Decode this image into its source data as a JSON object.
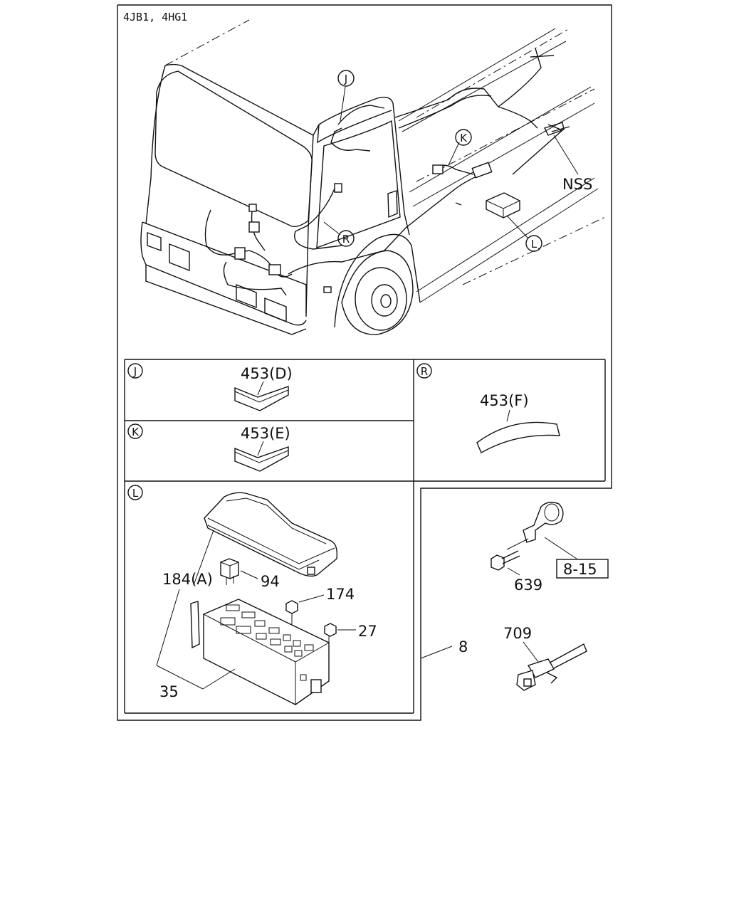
{
  "header": "4JB1, 4HG1",
  "callouts": {
    "J": "J",
    "K": "K",
    "L": "L",
    "R": "R"
  },
  "overview_labels": {
    "nss": "NSS"
  },
  "panels": {
    "j": {
      "letter": "J",
      "part": "453(D)"
    },
    "k": {
      "letter": "K",
      "part": "453(E)"
    },
    "r": {
      "letter": "R",
      "part": "453(F)"
    },
    "l": {
      "letter": "L",
      "parts": {
        "cover": "184(A)",
        "relay": "94",
        "fuse_large": "174",
        "fuse_small": "27",
        "box": "35"
      }
    }
  },
  "loose_parts": {
    "harness": "8",
    "clamp_ref": "8-15",
    "bolt": "639",
    "clip": "709"
  }
}
